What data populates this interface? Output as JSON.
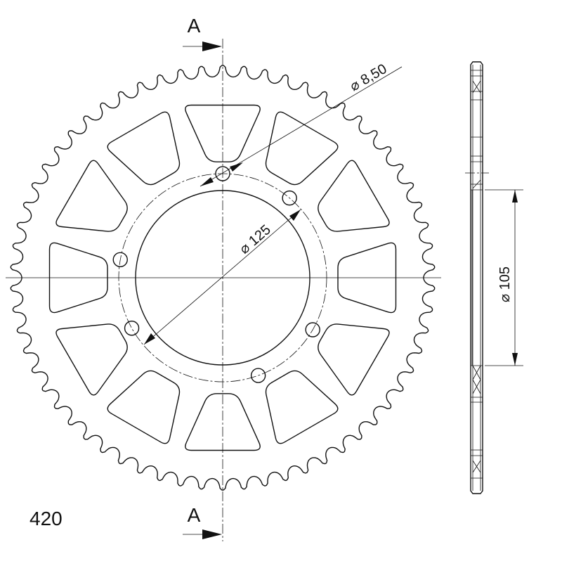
{
  "drawing": {
    "section_label_top": "A",
    "section_label_bottom": "A",
    "pitch_label": "420",
    "dim_hole": "⌀ 8,50",
    "dim_bolt_circle": "⌀ 125",
    "dim_bore": "⌀ 105",
    "teeth": 62,
    "bolt_hole_count": 6,
    "window_count": 12,
    "line_color": "#111111"
  }
}
